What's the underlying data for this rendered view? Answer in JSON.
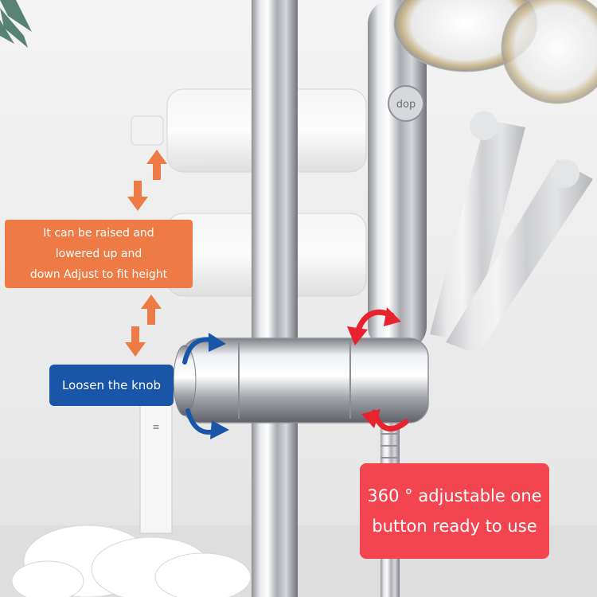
{
  "callouts": {
    "height": {
      "line1": "It can be raised and",
      "line2": "lowered up and",
      "line3": "down Adjust to fit height",
      "color": "#ee7b45"
    },
    "knob": {
      "text": "Loosen the knob",
      "color": "#1a56a7"
    },
    "rotate": {
      "line1": "360 ° adjustable one",
      "line2": "button ready to use",
      "color": "#f3454f"
    }
  },
  "product": {
    "button_label": "dop"
  }
}
